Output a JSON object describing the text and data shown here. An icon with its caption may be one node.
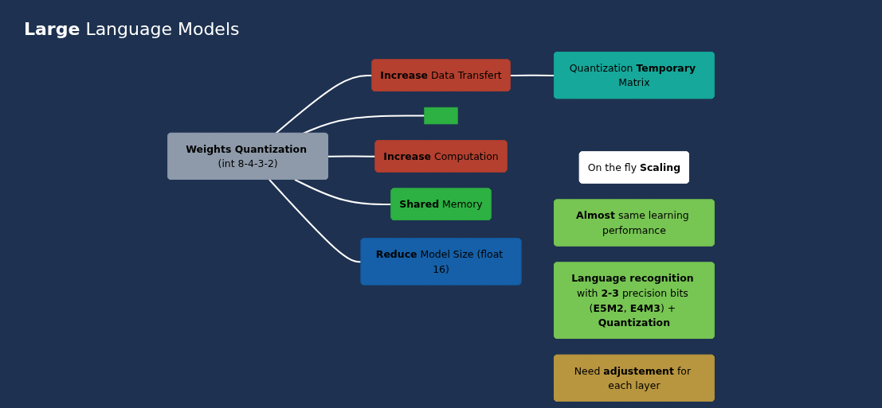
{
  "diagram": {
    "title": "**Large** Language Models",
    "nodes": [
      {
        "text": [
          "Quantization **Temporary** Matrix"
        ]
      },
      {
        "text": [
          "**Increase** Data Transfert"
        ]
      },
      {
        "text": [],
        "shape": "box"
      },
      {
        "text": [
          "**Increase** Computation"
        ]
      },
      {
        "text": [
          "**Weights Quantization** (int 8-4-3-2)"
        ]
      },
      {
        "text": [
          "**Shared** Memory"
        ]
      },
      {
        "text": [
          "**Reduce** Model Size (float 16)"
        ]
      },
      {
        "text": [
          "On the fly **Scaling**"
        ]
      },
      {
        "text": [
          "**Almost** same learning performance"
        ]
      },
      {
        "text": [
          "**Language recognition** with **2-3** precision bits (**E5M2**, **E4M3**) + **Quantization**"
        ]
      },
      {
        "text": [
          "Need **adjustement** for each layer"
        ]
      }
    ],
    "edges": [
      {
        "from": 4,
        "to": 3,
        "arrow": "none"
      },
      {
        "from": 4,
        "to": 1,
        "arrow": "none"
      },
      {
        "from": 1,
        "to": 0,
        "arrow": "none"
      },
      {
        "from": 4,
        "to": 2,
        "arrow": "none"
      },
      {
        "from": 4,
        "to": 5,
        "arrow": "none"
      },
      {
        "from": 4,
        "to": 6,
        "arrow": "none"
      }
    ]
  }
}
